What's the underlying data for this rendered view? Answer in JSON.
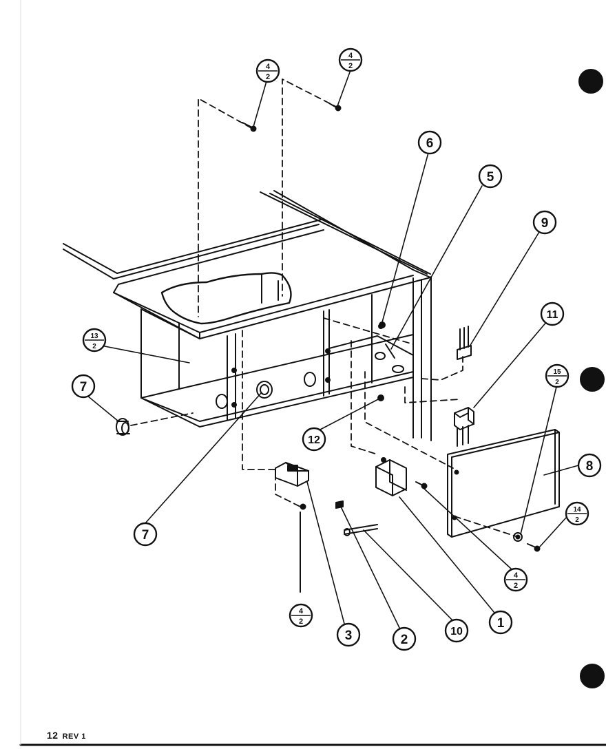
{
  "footer": {
    "page": "12",
    "revision": "REV 1"
  },
  "callouts": {
    "c_4_2_a": {
      "num": "4",
      "den": "2"
    },
    "c_4_2_b": {
      "num": "4",
      "den": "2"
    },
    "c_4_2_c": {
      "num": "4",
      "den": "2"
    },
    "c_4_2_d": {
      "num": "4",
      "den": "2"
    },
    "c_13_2": {
      "num": "13",
      "den": "2"
    },
    "c_15_2": {
      "num": "15",
      "den": "2"
    },
    "c_14_2": {
      "num": "14",
      "den": "2"
    },
    "c_1": "1",
    "c_2": "2",
    "c_3": "3",
    "c_5": "5",
    "c_6": "6",
    "c_7a": "7",
    "c_7b": "7",
    "c_8": "8",
    "c_9": "9",
    "c_10": "10",
    "c_11": "11",
    "c_12": "12"
  },
  "colors": {
    "ink": "#111111",
    "paper": "#ffffff"
  }
}
